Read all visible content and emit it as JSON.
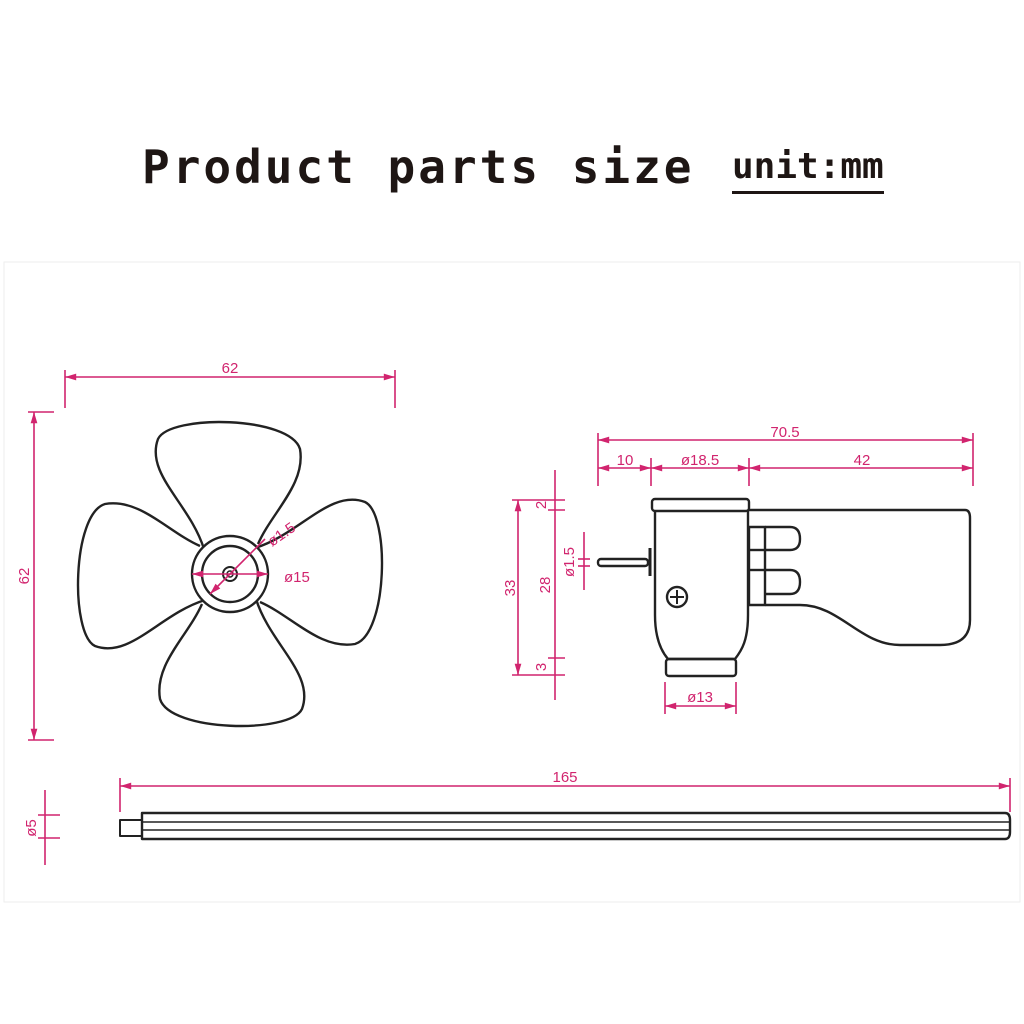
{
  "header": {
    "title": "Product parts size",
    "unit": "unit:mm"
  },
  "colors": {
    "dimension": "#d1246e",
    "outline": "#222222",
    "text": "#1e1614"
  },
  "fan_blade": {
    "width": "62",
    "height": "62",
    "hub_diameter": "ø15",
    "hole_diameter": "ø1.5"
  },
  "motor": {
    "total_length": "70.5",
    "shaft_length": "10",
    "body_diameter": "ø18.5",
    "tail_length": "42",
    "height_total": "33",
    "height_body": "28",
    "top_cap": "2",
    "bottom_cap": "3",
    "shaft_diameter": "ø1.5",
    "base_diameter": "ø13"
  },
  "rod": {
    "length": "165",
    "diameter": "ø5"
  }
}
